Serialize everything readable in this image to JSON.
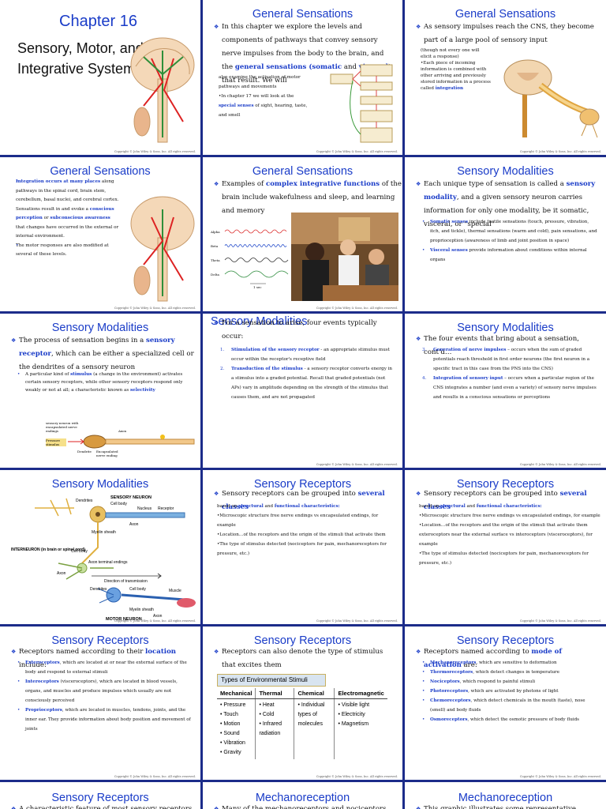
{
  "slides": [
    {
      "title": "Chapter 16",
      "subtitle": "Sensory, Motor, and Integrative Systems",
      "copyright": "Copyright © John Wiley & Sons, Inc. All rights reserved."
    },
    {
      "title": "General Sensations",
      "p1a": "In this chapter we explore the levels and components of pathways that convey sensory nerve impulses from the body to the brain, and the ",
      "p1k": "general sensations (somatic",
      "p1b": " and ",
      "p1k2": "visceral",
      "p1c": ") that result.  We will",
      "p2": "also examine the  activation of motor pathways and movements",
      "p3a": "•In chapter 17 we will look at the ",
      "p3k": "special senses",
      "p3b": " of sight, hearing, taste, and smell",
      "copyright": "Copyright © John Wiley & Sons, Inc. All rights reserved."
    },
    {
      "title": "General Sensations",
      "p1": "As sensory impulses reach the CNS, they become part of a large pool of sensory input",
      "n1": "(though not every one will elicit a response)",
      "n2a": "•Each piece of incoming information is combined with other arriving and previously stored information in a process called ",
      "n2k": "integration",
      "copyright": "Copyright © John Wiley & Sons, Inc. All rights reserved."
    },
    {
      "title": "General Sensations",
      "p1k": "Integration occurs at many places",
      "p1a": " along pathways in the spinal cord, brain stem, cerebellum, basal nuclei, and cerebral cortex.  Sensations result in and evoke a ",
      "p1k2": "conscious perception",
      "p1b": " or ",
      "p1k3": "subconscious awareness",
      "p1c": " that changes have occurred in the external or internal environment.",
      "p2": "The motor responses are also modified at several of these levels.",
      "copyright": "Copyright © John Wiley & Sons, Inc. All rights reserved."
    },
    {
      "title": "General Sensations",
      "p1a": "Examples of ",
      "p1k": "complex integrative functions",
      "p1b": " of the brain include wakefulness and sleep, and learning and memory",
      "eeg": [
        "Alpha",
        "Beta",
        "Theta",
        "Delta"
      ],
      "eegscale": "1 sec",
      "copyright": "Copyright © John Wiley & Sons, Inc. All rights reserved."
    },
    {
      "title": "Sensory Modalities",
      "p1a": "Each unique type of sensation is called a ",
      "p1k": "sensory modality",
      "p1b": ", and a given sensory neuron carries information for only one modality, be it somatic, visceral, or \"special\"",
      "s1k": "Somatic senses",
      "s1": " include tactile sensations (touch, pressure, vibration, itch, and tickle), thermal sensations (warm and cold), pain sensations, and proprioception (awareness of limb and joint position in space)",
      "s2k": "Visceral senses",
      "s2": " provide information about conditions within internal organs"
    },
    {
      "title": "Sensory Modalities",
      "p1a": "The process of sensation begins in a ",
      "p1k": "sensory receptor",
      "p1b": ", which can be either a specialized cell or the dendrites of a sensory neuron",
      "s1a": "A particular kind of ",
      "s1k": "stimulus",
      "s1b": " (a change in the environment) activates certain sensory receptors, while other sensory receptors respond only weakly or not at all; a characteristic known as ",
      "s1k2": "selectivity",
      "f1": "sensory neuron with encapsulated nerve endings",
      "f2": "Pressure stimulus",
      "f3": "Axon",
      "f4": "Dendrite",
      "f5": "Encapsulated nerve ending"
    },
    {
      "title": "Sensory Modalities",
      "p1": "For a sensation to arise, four events typically occur:",
      "n1": "1.",
      "i1k": "Stimulation of the sensory receptor",
      "i1": " - an appropriate stimulus must occur within the receptor's receptive field",
      "n2": "2.",
      "i2k": "Transduction of the stimulus",
      "i2": " - a sensory receptor converts energy in a stimulus into a graded potential.  Recall that graded potentials (not APs) vary in amplitude depending on the strength of the stimulus that causes them, and are not propagated",
      "copyright": "Copyright © John Wiley & Sons, Inc. All rights reserved."
    },
    {
      "title": "Sensory Modalities",
      "p1": "The four events that bring about a sensation, cont'd…",
      "n3": "3.",
      "i3k": "Generation of nerve impulses",
      "i3": " – occurs when the sum of graded potentials reach threshold in first order neurons (the first neuron in a specific tract   in this case from the PNS into the CNS)",
      "n4": "4.",
      "i4k": "Integration of sensory input",
      "i4": " – occurs when a particular region of the CNS integrates a number (and even a variety) of sensory nerve impulses and results in a conscious sensations or perceptions",
      "copyright": "Copyright © John Wiley & Sons, Inc. All rights reserved."
    },
    {
      "title": "Sensory Modalities",
      "labels": [
        "Dendrites",
        "SENSORY NEURON",
        "Cell body",
        "Myelin sheath",
        "Nucleus",
        "Receptor",
        "Axon",
        "Cell body",
        "INTERNEURON (in brain or spinal cord)",
        "Axon terminal endings",
        "Direction of transmission",
        "Dendrites",
        "Axon",
        "Cell body",
        "Myelin sheath",
        "Muscle",
        "Axon",
        "MOTOR NEURON"
      ],
      "copyright": "Copyright © John Wiley & Sons, Inc. All rights reserved."
    },
    {
      "title": "Sensory Receptors",
      "p1a": "Sensory receptors can be grouped into ",
      "p1k": "several classes",
      "p2a": "based on ",
      "p2k": "structural",
      "p2b": " and ",
      "p2k2": "functional characteristics:",
      "l1": "•Microscopic structure     free nerve endings vs  encapsulated endings, for example",
      "l2": "•Location…of the receptors and the origin of the stimuli that activate them",
      "l3": "•The type of stimulus detected (nociceptors for pain, mechanoreceptors for pressure, etc.)",
      "copyright": "Copyright © John Wiley & Sons, Inc. All rights reserved."
    },
    {
      "title": "Sensory Receptors",
      "p1a": "Sensory receptors can be grouped into ",
      "p1k": "several classes",
      "p2a": "based on ",
      "p2k": "structural",
      "p2b": " and ",
      "p2k2": "functional characteristics:",
      "l1": "•Microscopic structure     free nerve endings vs  encapsulated endings, for example",
      "l2": "•Location…of the receptors and the origin of the stimuli that activate them exteroceptors near the external surface vs interoceptors (visceroceptors), for example",
      "l3": "•The type of stimulus detected (nociceptors for pain, mechanoreceptors for pressure, etc.)",
      "copyright": "Copyright © John Wiley & Sons, Inc. All rights reserved."
    },
    {
      "title": "Sensory Receptors",
      "p1a": "Receptors named according to their ",
      "p1k": "location",
      "p1b": " include:",
      "s1k": "Exteroceptors",
      "s1": ", which are located at or near the external surface of the body and respond to external stimuli",
      "s2k": "Interoceptors",
      "s2": " (visceroceptors), which are located in blood vessels, organs, and muscles and produce impulses which usually are not consciously perceived",
      "s3k": "Proprioceptors",
      "s3": ", which are located in muscles, tendons, joints, and the inner ear.  They provide information about body position and movement of joints",
      "copyright": "Copyright © John Wiley & Sons, Inc. All rights reserved."
    },
    {
      "title": "Sensory Receptors",
      "p1": "Receptors can also denote the type of stimulus that excites them",
      "tabletitle": "Types of Environmental Stimuli",
      "cols": [
        {
          "head": "Mechanical",
          "items": [
            "• Pressure",
            "• Touch",
            "• Motion",
            "• Sound",
            "• Vibration",
            "• Gravity"
          ]
        },
        {
          "head": "Thermal",
          "items": [
            "• Heat",
            "• Cold",
            "• Infrared radiation"
          ]
        },
        {
          "head": "Chemical",
          "items": [
            "• Individual types of molecules"
          ]
        },
        {
          "head": "Electromagnetic",
          "items": [
            "• Visible light",
            "• Electricity",
            "• Magnetism"
          ]
        }
      ],
      "copyright": "Copyright © John Wiley & Sons, Inc. All rights reserved."
    },
    {
      "title": "Sensory Receptors",
      "p1a": "Receptors named according to ",
      "p1k": "mode of activation",
      "p1b": " are:",
      "s1k": "Mechanoreceptors",
      "s1": ", which are sensitive to deformation",
      "s2k": "Thermoreceptors",
      "s2": ", which detect changes in temperature",
      "s3k": "Nociceptors",
      "s3": ", which respond to painful stimuli",
      "s4k": "Photoreceptors",
      "s4": ", which are activated by photons of light",
      "s5k": "Chemoreceptors",
      "s5": ", which detect chemicals in the mouth (taste), nose (smell) and body fluids",
      "s6k": "Osmoreceptors",
      "s6": ", which detect the osmotic pressure of body fluids",
      "copyright": "Copyright © John Wiley & Sons, Inc. All rights reserved."
    },
    {
      "title": "Sensory Receptors",
      "p1": "A characteristic feature of most sensory receptors is"
    },
    {
      "title": "Mechanoreception",
      "p1": "Many of the mechanoreceptors and nociceptors previously"
    },
    {
      "title": "Mechanoreception",
      "p1": "This graphic illustrates some representative examples of"
    }
  ]
}
